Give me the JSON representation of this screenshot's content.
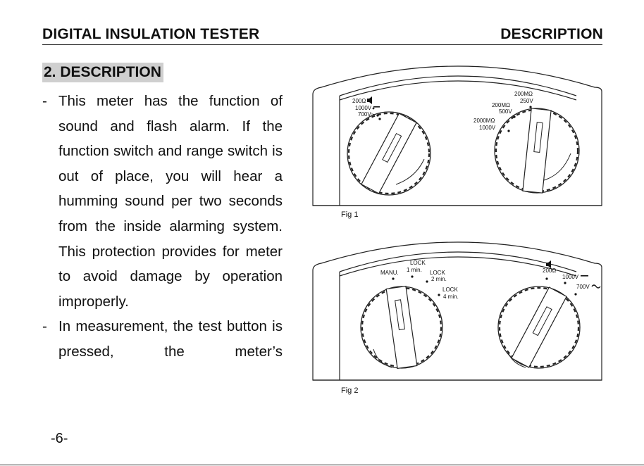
{
  "header": {
    "left_title": "DIGITAL INSULATION TESTER",
    "right_title": "DESCRIPTION"
  },
  "section": {
    "heading": "2. DESCRIPTION"
  },
  "body": {
    "bullets": [
      "This meter has the function of sound and flash alarm. If the function switch and range switch is out of place, you will hear a humming sound per two seconds from the inside alarming system. This protection provides for meter to avoid damage by operation improperly.",
      "In measurement, the test button is pressed, the meter’s"
    ],
    "bullet_marker": "-"
  },
  "figures": {
    "fig1": {
      "caption": "Fig  1",
      "left_dial": {
        "labels": {
          "ohm": "200Ω",
          "dcv": "1000V",
          "acv": "700V~"
        },
        "icons": [
          "speaker-icon",
          "dc-symbol-icon"
        ]
      },
      "right_dial": {
        "labels": {
          "r250_top": "200MΩ",
          "r250_bottom": "250V",
          "r500_top": "200MΩ",
          "r500_bottom": "500V",
          "r1000_top": "2000MΩ",
          "r1000_bottom": "1000V"
        }
      }
    },
    "fig2": {
      "caption": "Fig  2",
      "left_dial": {
        "labels": {
          "manu": "MANU.",
          "lock1_top": "LOCK",
          "lock1_bottom": "1 min.",
          "lock2_top": "LOCK",
          "lock2_bottom": "2 min.",
          "lock4_top": "LOCK",
          "lock4_bottom": "4 min."
        }
      },
      "right_dial": {
        "labels": {
          "ohm": "200Ω",
          "dcv": "1000V",
          "acv": "700V"
        },
        "icons": [
          "speaker-icon",
          "dc-symbol-icon",
          "ac-tilde-icon"
        ]
      }
    }
  },
  "footer": {
    "page_number": "-6-"
  }
}
